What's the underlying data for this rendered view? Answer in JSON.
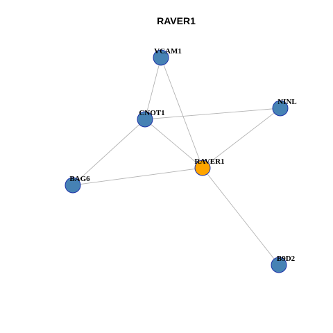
{
  "title": "RAVER1",
  "colors": {
    "background": "#ffffff",
    "edge": "#b3b3b3",
    "node_default": "#4682b4",
    "node_focus": "#ffa500",
    "node_border": "#1f33a8"
  },
  "nodes": [
    {
      "id": "VCAM1",
      "label": "VCAM1",
      "focus": false
    },
    {
      "id": "CNOT1",
      "label": "CNOT1",
      "focus": false
    },
    {
      "id": "NINL",
      "label": "NINL",
      "focus": false
    },
    {
      "id": "RAVER1",
      "label": "RAVER1",
      "focus": true
    },
    {
      "id": "BAG6",
      "label": "BAG6",
      "focus": false
    },
    {
      "id": "B9D2",
      "label": "B9D2",
      "focus": false
    }
  ],
  "edges": [
    {
      "source": "VCAM1",
      "target": "CNOT1"
    },
    {
      "source": "VCAM1",
      "target": "RAVER1"
    },
    {
      "source": "CNOT1",
      "target": "NINL"
    },
    {
      "source": "CNOT1",
      "target": "RAVER1"
    },
    {
      "source": "CNOT1",
      "target": "BAG6"
    },
    {
      "source": "NINL",
      "target": "RAVER1"
    },
    {
      "source": "BAG6",
      "target": "RAVER1"
    },
    {
      "source": "RAVER1",
      "target": "B9D2"
    }
  ]
}
